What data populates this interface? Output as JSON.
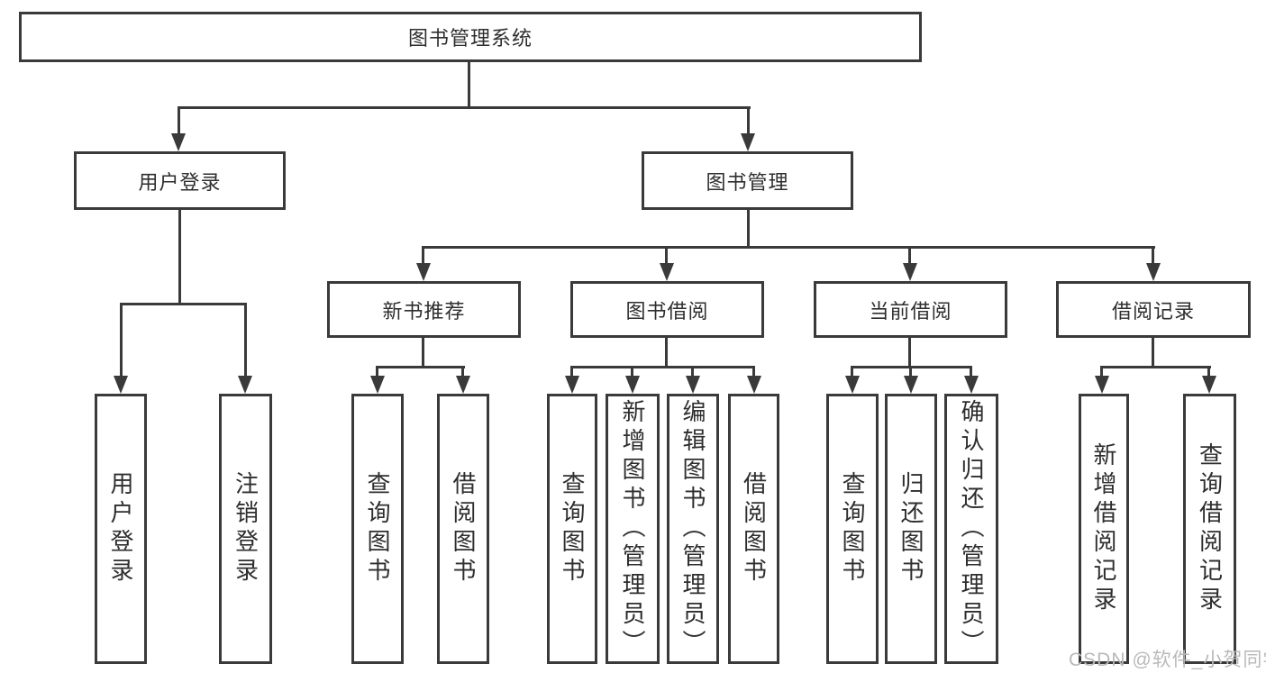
{
  "tree": {
    "label": "图书管理系统",
    "children": [
      {
        "label": "用户登录",
        "children": [
          {
            "label": "用户登录"
          },
          {
            "label": "注销登录"
          }
        ]
      },
      {
        "label": "图书管理",
        "children": [
          {
            "label": "新书推荐",
            "children": [
              {
                "label": "查询图书"
              },
              {
                "label": "借阅图书"
              }
            ]
          },
          {
            "label": "图书借阅",
            "children": [
              {
                "label": "查询图书"
              },
              {
                "label": "新增图书（管理员）"
              },
              {
                "label": "编辑图书（管理员）"
              },
              {
                "label": "借阅图书"
              }
            ]
          },
          {
            "label": "当前借阅",
            "children": [
              {
                "label": "查询图书"
              },
              {
                "label": "归还图书"
              },
              {
                "label": "确认归还（管理员）"
              }
            ]
          },
          {
            "label": "借阅记录",
            "children": [
              {
                "label": "新增借阅记录"
              },
              {
                "label": "查询借阅记录"
              }
            ]
          }
        ]
      }
    ]
  },
  "watermark": {
    "text": "CSDN @软件_小贺同学"
  },
  "colors": {
    "line": "#3a3a3a",
    "text": "#2e2e2e",
    "box_background": "#ffffff",
    "watermark": "#b9b9b9"
  }
}
